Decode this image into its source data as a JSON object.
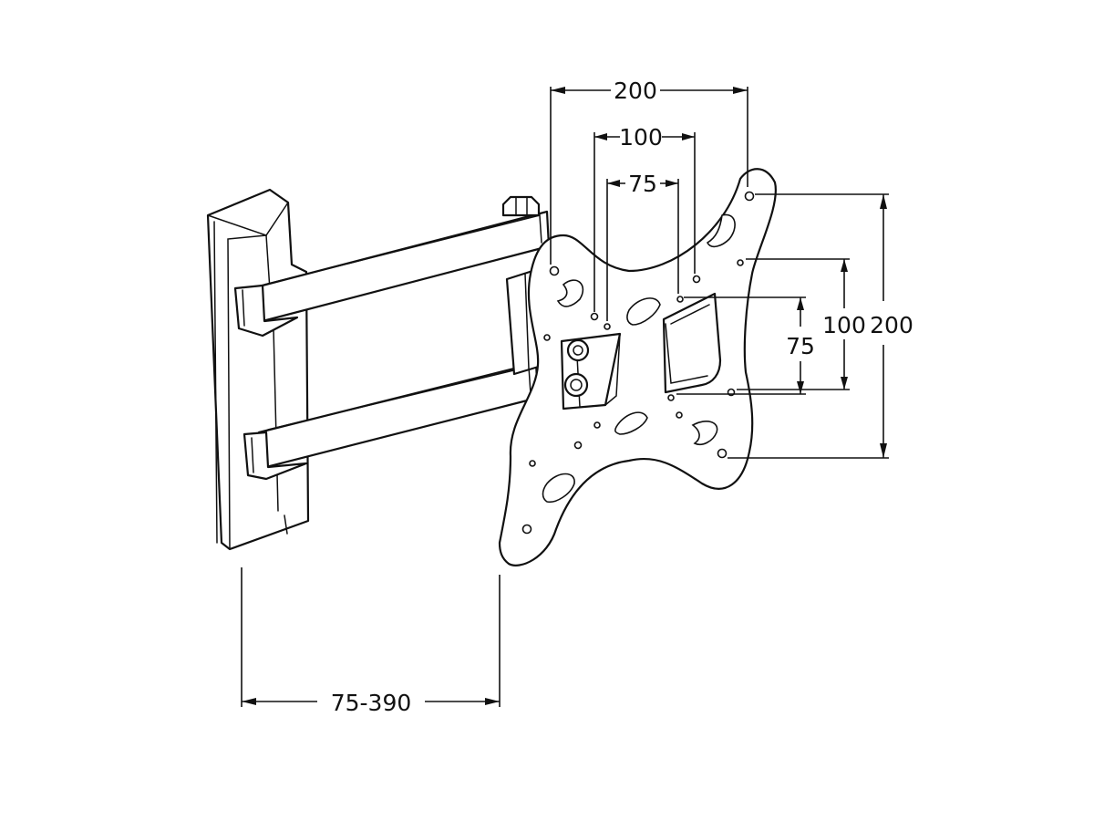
{
  "dimensions": {
    "plate_width_outer": "200",
    "plate_width_mid": "100",
    "plate_width_inner": "75",
    "plate_height_outer": "200",
    "plate_height_mid": "100",
    "plate_height_inner": "75",
    "arm_extension": "75-390"
  }
}
